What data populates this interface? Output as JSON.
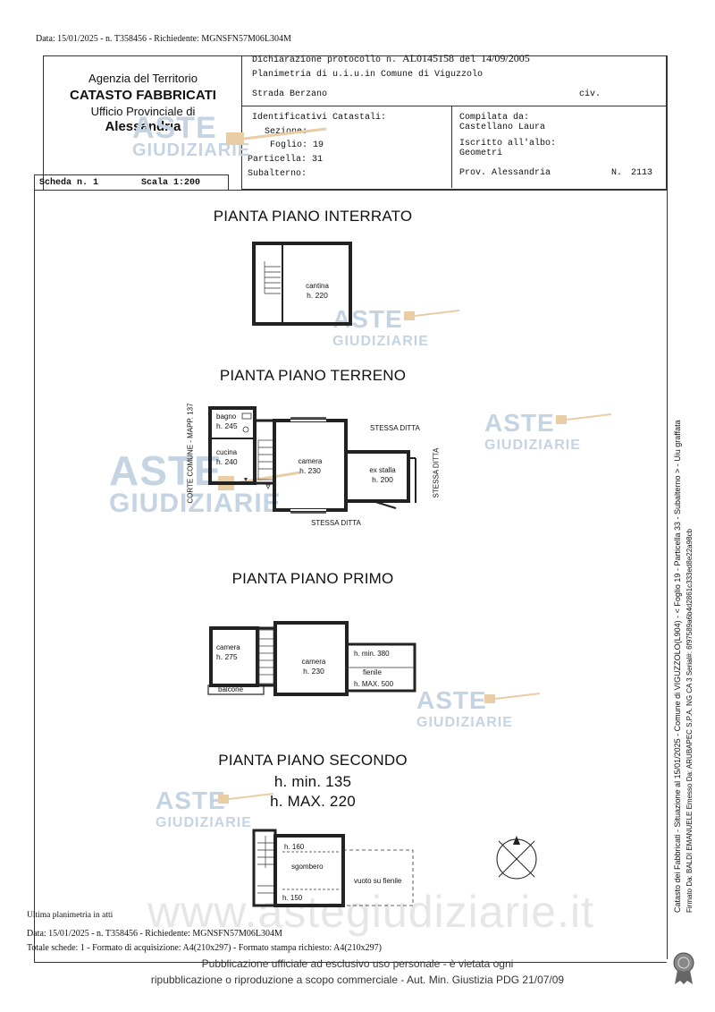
{
  "top_note": "Data: 15/01/2025 - n. T358456 - Richiedente: MGNSFN57M06L304M",
  "header": {
    "agency": "Agenzia del Territorio",
    "registry": "CATASTO FABBRICATI",
    "office": "Ufficio Provinciale di",
    "province": "Alessandria",
    "protocol_label": "Dichiarazione protocollo n.",
    "protocol_no": "AL0145158",
    "protocol_del": "del",
    "protocol_date": "14/09/2005",
    "planimetry": "Planimetria di u.i.u.in Comune di Viguzzolo",
    "street": "Strada Berzano",
    "civ": "civ.",
    "ident_label": "Identificativi Catastali:",
    "sezione": "Sezione:",
    "foglio": "Foglio: 19",
    "particella": "Particella: 31",
    "subalterno": "Subalterno:",
    "compiled_label": "Compilata da:",
    "compiled_name": "Castellano Laura",
    "registered_label": "Iscritto all'albo:",
    "registered_value": "Geometri",
    "prov_label": "Prov. Alessandria",
    "n_label": "N.",
    "n_value": "2113",
    "scheda": "Scheda n. 1",
    "scala": "Scala 1:200"
  },
  "plans": {
    "interrato": {
      "title": "PIANTA PIANO INTERRATO",
      "room": "cantina",
      "h": "h. 220"
    },
    "terreno": {
      "title": "PIANTA PIANO TERRENO",
      "corte": "CORTE COMUNE - MAPP. 137",
      "bagno": "bagno",
      "bagno_h": "h. 245",
      "cucina": "cucina",
      "cucina_h": "h. 240",
      "camera": "camera",
      "camera_h": "h. 230",
      "stalla": "ex stalla",
      "stalla_h": "h. 200",
      "stessa_top": "STESSA DITTA",
      "stessa_right": "STESSA DITTA",
      "stessa_bottom": "STESSA DITTA"
    },
    "primo": {
      "title": "PIANTA PIANO PRIMO",
      "camera1": "camera",
      "camera1_h": "h. 275",
      "camera2": "camera",
      "camera2_h": "h. 230",
      "balcone": "balcone",
      "hmin": "h. min. 380",
      "fienile": "fienile",
      "hmax": "h. MAX. 500"
    },
    "secondo": {
      "title": "PIANTA PIANO SECONDO",
      "hmin": "h. min. 135",
      "hmax": "h. MAX. 220",
      "h160": "h. 160",
      "sgombero": "sgombero",
      "h150": "h. 150",
      "vuoto": "vuoto su fienile"
    }
  },
  "watermark": {
    "line1": "ASTE",
    "line2": "GIUDIZIARIE",
    "url": "www.astegiudiziarie.it"
  },
  "footer": {
    "last_plan": "Ultima planimetria in atti",
    "date_line": "Data: 15/01/2025 - n. T358456 - Richiedente: MGNSFN57M06L304M",
    "totals_line": "Totale schede: 1 - Formato di acquisizione: A4(210x297) - Formato stampa richiesto: A4(210x297)",
    "pub1": "Pubblicazione ufficiale ad esclusivo uso personale - è vietata ogni",
    "pub2": "ripubblicazione o riproduzione a scopo commerciale - Aut. Min. Giustizia PDG 21/07/09"
  },
  "side_text": {
    "line1": "Catasto dei Fabbricati - Situazione al 15/01/2025 - Comune di VIGUZZOLO(L904) - < Foglio 19 - Particella 33 - Subalterno > - Uiu graffata",
    "line2": "Firmato Da: BALDI EMANUELE Emesso Da: ARUBAPEC S.P.A. NG CA 3 Serial#: 6f97589a6b4d2861c333ed8e22a98cb"
  }
}
